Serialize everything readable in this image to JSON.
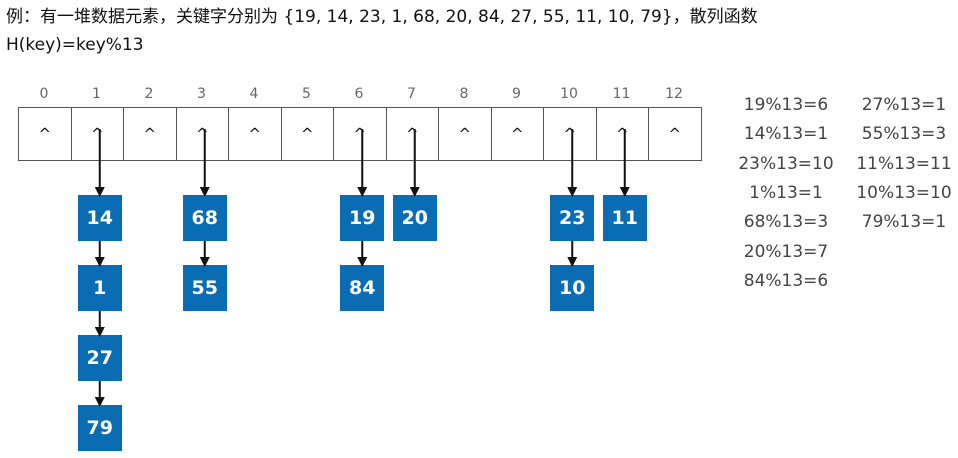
{
  "title": {
    "line1": "例：有一堆数据元素，关键字分别为 {19, 14, 23, 1, 68, 20, 84, 27, 55, 11, 10, 79}，散列函数",
    "line2": "H(key)=key%13"
  },
  "table": {
    "indices": [
      "0",
      "1",
      "2",
      "3",
      "4",
      "5",
      "6",
      "7",
      "8",
      "9",
      "10",
      "11",
      "12"
    ],
    "empty_symbol": "^"
  },
  "chains": [
    {
      "slot": 1,
      "keys": [
        "14",
        "1",
        "27",
        "79"
      ]
    },
    {
      "slot": 3,
      "keys": [
        "68",
        "55"
      ]
    },
    {
      "slot": 6,
      "keys": [
        "19",
        "84"
      ]
    },
    {
      "slot": 7,
      "keys": [
        "20"
      ]
    },
    {
      "slot": 10,
      "keys": [
        "23",
        "10"
      ]
    },
    {
      "slot": 11,
      "keys": [
        "11"
      ]
    }
  ],
  "calculations": {
    "left": [
      "19%13=6",
      "14%13=1",
      "23%13=10",
      "1%13=1",
      "68%13=3",
      "20%13=7",
      "84%13=6"
    ],
    "right": [
      "27%13=1",
      "55%13=3",
      "11%13=11",
      "10%13=10",
      "79%13=1"
    ]
  },
  "colors": {
    "node_fill": "#0a6db3",
    "arrow": "#111111",
    "cell_border": "#555555"
  }
}
